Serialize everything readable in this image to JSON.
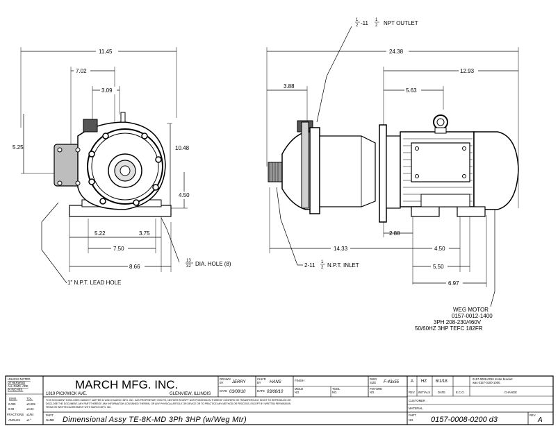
{
  "colors": {
    "ink": "#000000",
    "paper": "#ffffff",
    "shade": "#7a7a7a",
    "dark": "#2a2a2a"
  },
  "front_view": {
    "dims": {
      "overall_width": "11.45",
      "inlet_offset": "7.02",
      "outlet_offset": "3.09",
      "height_left": "5.25",
      "height_total": "10.48",
      "shaft_height": "4.50",
      "base_left": "5.22",
      "base_right": "3.75",
      "base_span": "7.50",
      "base_overall": "8.66"
    },
    "callouts": {
      "lead_hole": "1\" N.P.T. LEAD HOLE",
      "dia_hole_prefix": "13",
      "dia_hole_denominator": "32",
      "dia_hole": "DIA. HOLE (8)"
    }
  },
  "side_view": {
    "dims": {
      "overall_length": "24.38",
      "motor_length": "12.93",
      "outlet_offset": "3.88",
      "flange_offset": "5.63",
      "length_to_foot": "14.33",
      "foot_offset": "2.88",
      "foot_span": "4.50",
      "foot_overall": "5.50",
      "motor_body": "6.97"
    },
    "callouts": {
      "outlet_frac_num": "1",
      "outlet_frac_den": "2",
      "outlet_rest": "-11",
      "outlet_frac2_num": "1",
      "outlet_frac2_den": "2",
      "outlet_label": "NPT OUTLET",
      "inlet_prefix": "2-11",
      "inlet_frac_num": "1",
      "inlet_frac_den": "2",
      "inlet_label": "N.P.T. INLET"
    },
    "motor_note": [
      "WEG MOTOR",
      "0157-0012-1400",
      "3PH 208-230/460V",
      "50/60HZ 3HP TEFC 182FR"
    ]
  },
  "title_block": {
    "unless_noted": [
      "UNLESS NOTED",
      "OTHERWISE",
      "ALL DIMS. ARE",
      "IN INCHES."
    ],
    "tol_header": [
      "DIMS.",
      "TOL."
    ],
    "tol_rows": [
      [
        "0.000",
        "±0.005"
      ],
      [
        "0.00",
        "±0.03"
      ],
      [
        "FRACTIONS",
        "±1/64"
      ],
      [
        "ANGLES",
        "±1°"
      ]
    ],
    "company": "MARCH MFG. INC.",
    "address": "1819 PICKWICK AVE.",
    "city": "GLENVIEW, ILLINOIS",
    "disclaimer": [
      "THIS DOCUMENT DISCLOSES SUBJECT MATTER IN WHICH MARCH MFG. INC. HAS PROPRIETARY RIGHTS, NEITHER RECEIPT NOR POSSESSION THEREOF CONFERS OR TRANSFERS ANY RIGHT TO REPRODUCE OR",
      "DISCLOSE THE DOCUMENT, ANY PART THEREOF, ANY INFORMATION CONTAINED THEREIN, OR ANY PHYSICAL ARTICLE OR DEVICE OR TO PRACTICE ANY METHOD OR PROCESS, EXCEPT BY WRITTEN PERMISSION",
      "FROM OR WRITTEN AGREEMENT WITH MARCH MFG. INC."
    ],
    "drawn_by_label": [
      "DRAWN",
      "BY"
    ],
    "drawn_by": "JERRY",
    "chkd_by_label": [
      "CHK'D",
      "BY"
    ],
    "chkd_by": "HANS",
    "date_label": "DATE",
    "date_drawn": "03/08/10",
    "date_chkd": "03/08/10",
    "finish_label": "FINISH",
    "mold_label": [
      "MOLD",
      "NO."
    ],
    "tool_label": [
      "TOOL",
      "NO."
    ],
    "fixture_label": [
      "FIXTURE",
      "NO."
    ],
    "dwg_size_label": [
      "DWG",
      "SIZE"
    ],
    "dwg_size": "F-43x55",
    "rev_label": "REV.",
    "initials_label": "INITIALS",
    "eco_date_label": "DATE",
    "eco_label": "E.C.O.",
    "change_label": "CHANGE",
    "rev_row": {
      "rev": "A",
      "initials": "HZ",
      "date": "6/1/18",
      "eco": "",
      "change": [
        "0157-0008-0010 motor bracket",
        "was 0157-0100-1000."
      ]
    },
    "customer_label": "CUSTOMER",
    "material_label": "MATERIAL",
    "part_name_label": [
      "PART",
      "NAME"
    ],
    "part_name": "Dimensional Assy TE-8K-MD 3Ph 3HP (w/Weg Mtr)",
    "part_no_label": [
      "PART",
      "NO."
    ],
    "part_no": "0157-0008-0200 d3",
    "rev_box_label": "REV.",
    "rev_value": "A"
  }
}
